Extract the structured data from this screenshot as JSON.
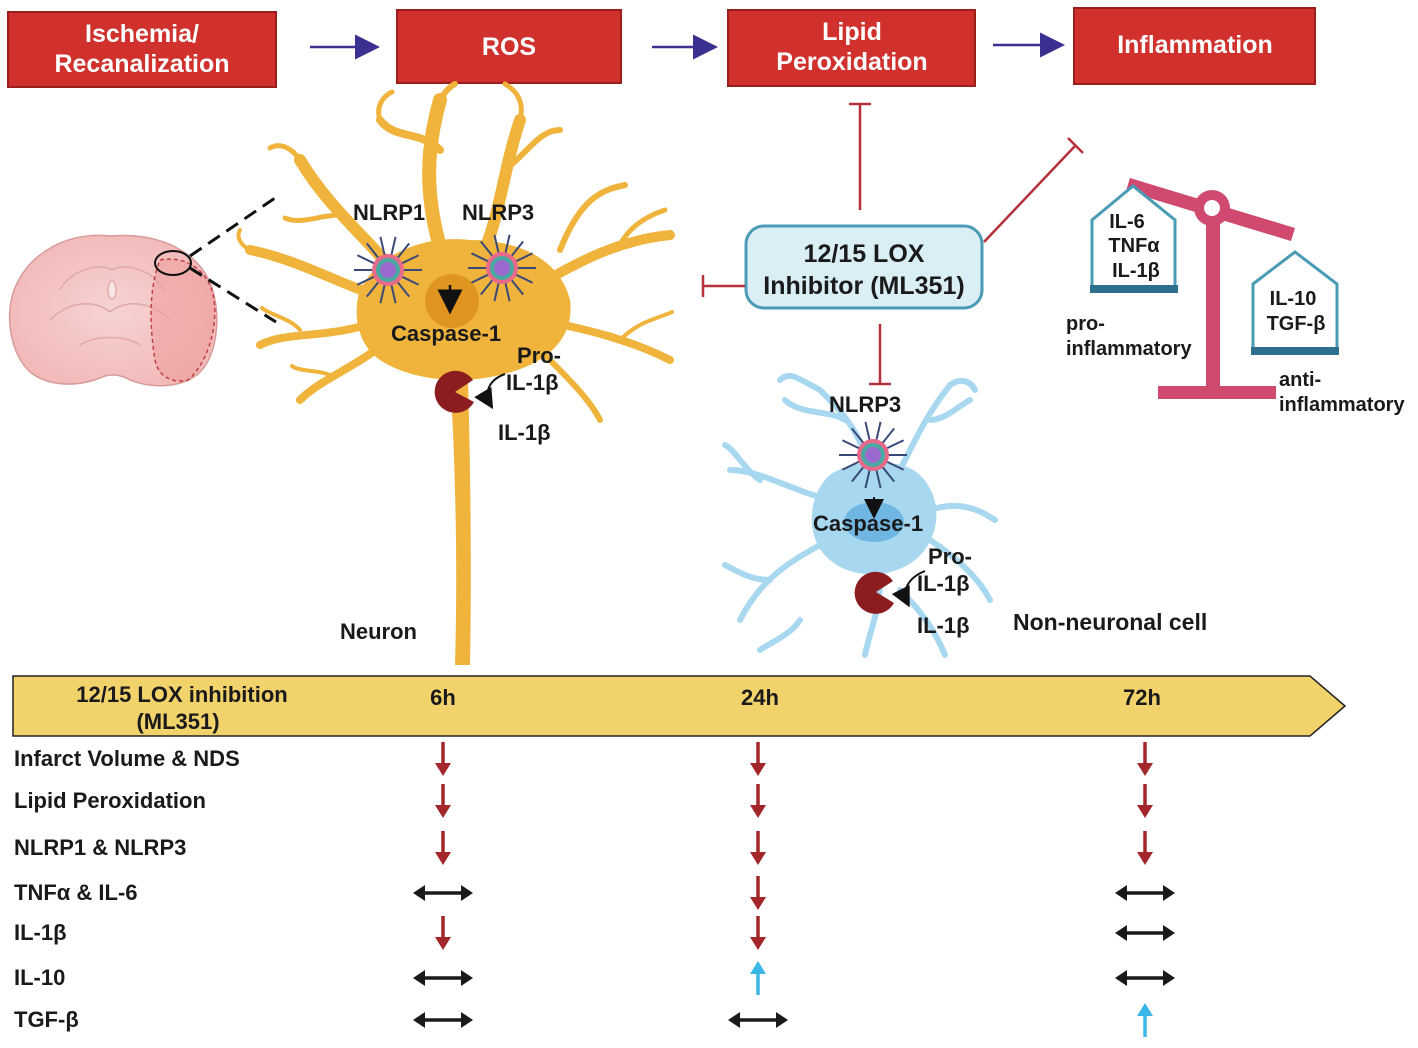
{
  "pathway": {
    "steps": [
      {
        "lines": [
          "Ischemia/",
          "Recanalization"
        ]
      },
      {
        "lines": [
          "ROS"
        ]
      },
      {
        "lines": [
          "Lipid",
          "Peroxidation"
        ]
      },
      {
        "lines": [
          "Inflammation"
        ]
      }
    ],
    "box_color": "#d0312d",
    "arrow_color": "#3b2f8f"
  },
  "inhibitor": {
    "lines": [
      "12/15 LOX",
      "Inhibitor (ML351)"
    ],
    "fill": "#d9eef5",
    "border": "#4a9cb5",
    "inhibit_color": "#b5303a"
  },
  "neuron": {
    "label": "Neuron",
    "inflammasomes": [
      "NLRP1",
      "NLRP3"
    ],
    "caspase": "Caspase-1",
    "pro_il": [
      "Pro-",
      "IL-1β"
    ],
    "il": "IL-1β",
    "color": "#f0b43c"
  },
  "non_neuronal": {
    "label": "Non-neuronal cell",
    "inflammasome": "NLRP3",
    "caspase": "Caspase-1",
    "pro_il": [
      "Pro-",
      "IL-1β"
    ],
    "il": "IL-1β",
    "color": "#a8d8f0"
  },
  "balance": {
    "pro": {
      "cytokines": [
        "IL-6",
        "TNFα",
        "IL-1β"
      ],
      "label": [
        "pro-",
        "inflammatory"
      ]
    },
    "anti": {
      "cytokines": [
        "IL-10",
        "TGF-β"
      ],
      "label": [
        "anti-",
        "inflammatory"
      ]
    },
    "color": "#cf4a6e"
  },
  "timeline": {
    "banner_label": [
      "12/15 LOX inhibition",
      "(ML351)"
    ],
    "timepoints": [
      "6h",
      "24h",
      "72h"
    ],
    "banner_color": "#f2d26b",
    "rows": [
      {
        "label": "Infarct Volume & NDS",
        "effects": [
          "down",
          "down",
          "down"
        ]
      },
      {
        "label": "Lipid Peroxidation",
        "effects": [
          "down",
          "down",
          "down"
        ]
      },
      {
        "label": "NLRP1 & NLRP3",
        "effects": [
          "down",
          "down",
          "down"
        ]
      },
      {
        "label": "TNFα & IL-6",
        "effects": [
          "no-change",
          "down",
          "no-change"
        ]
      },
      {
        "label": "IL-1β",
        "effects": [
          "down",
          "down",
          "no-change"
        ]
      },
      {
        "label": "IL-10",
        "effects": [
          "no-change",
          "up",
          "no-change"
        ]
      },
      {
        "label": "TGF-β",
        "effects": [
          "no-change",
          "no-change",
          "up"
        ]
      }
    ],
    "effect_colors": {
      "down": "#a3262a",
      "up": "#3bb6e8",
      "no-change": "#1a1a1a"
    }
  }
}
